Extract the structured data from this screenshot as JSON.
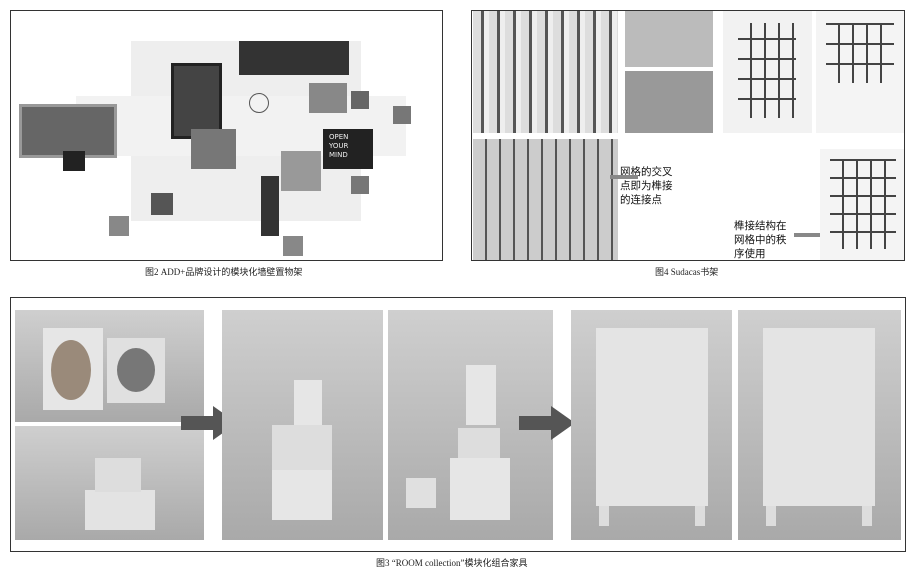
{
  "figures": [
    {
      "id": "fig2",
      "caption": "图2 ADD+品牌设计的模块化墙壁置物架",
      "chalkboard_text": "OPEN YOUR MIND"
    },
    {
      "id": "fig4",
      "caption": "图4 Sudacas书架",
      "annotation_1": "网格的交叉点即为榫接的连接点",
      "annotation_1_lines": [
        "网格的交叉",
        "点即为榫接",
        "的连接点"
      ],
      "annotation_2_lines": [
        "榫接结构在",
        "网格中的秩",
        "序使用"
      ]
    },
    {
      "id": "fig3",
      "caption": "图3 “ROOM collection”模块化组合家具"
    }
  ]
}
